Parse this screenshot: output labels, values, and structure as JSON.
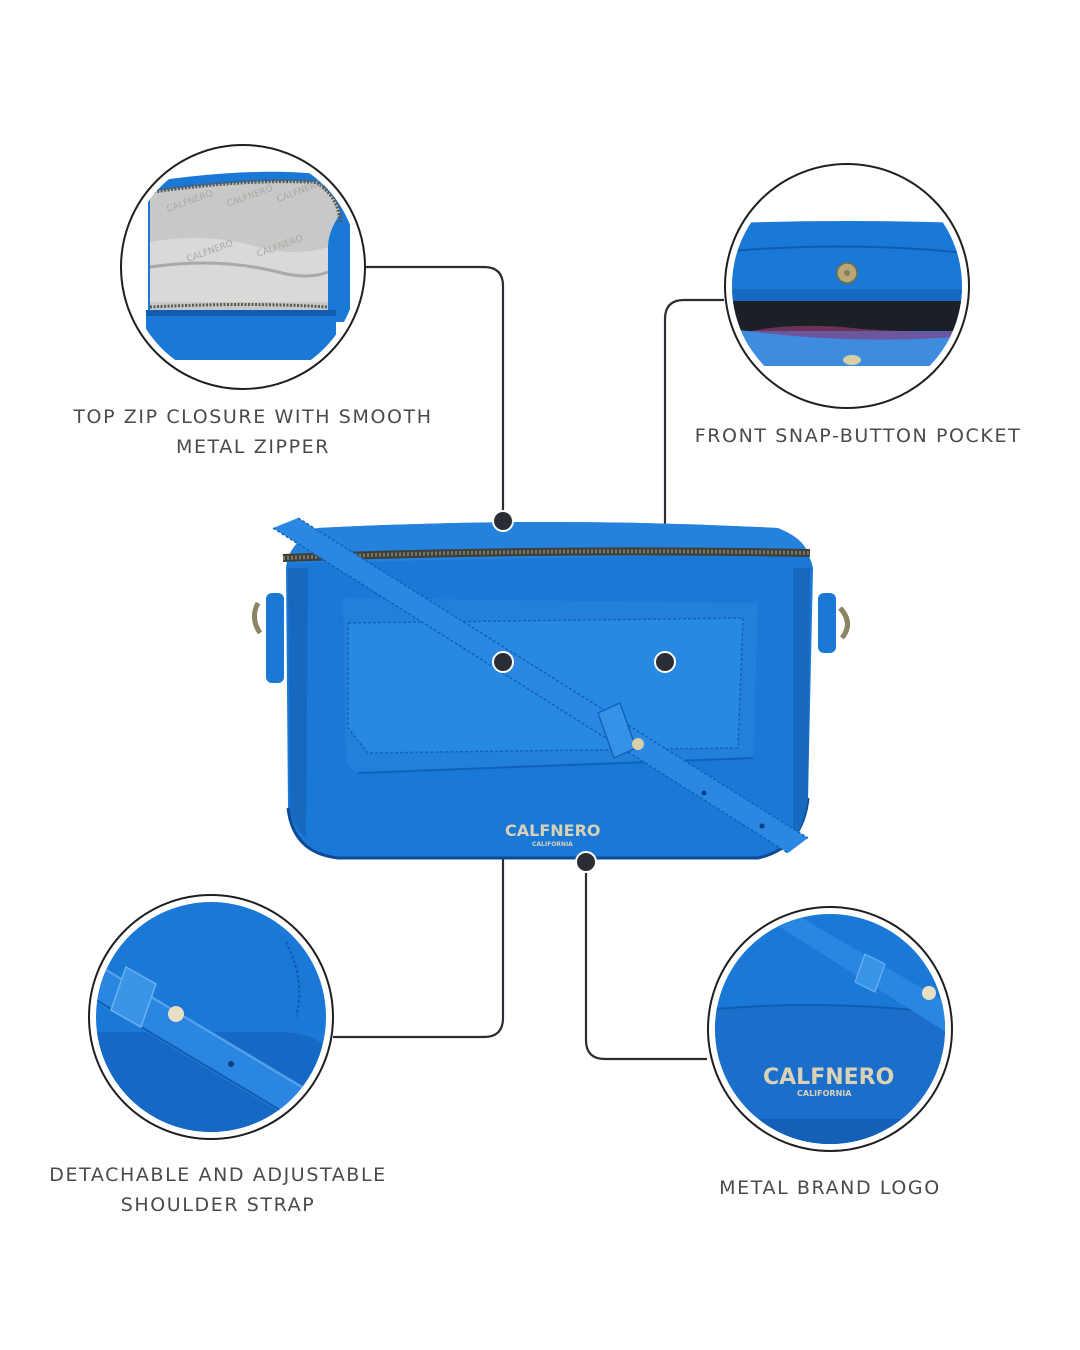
{
  "product": {
    "brand": "CALFNERO",
    "brand_sub": "CALIFORNIA",
    "color": "#1a78d6"
  },
  "features": [
    {
      "id": "top-zip",
      "caption_line1": "TOP ZIP CLOSURE WITH SMOOTH",
      "caption_line2": "METAL ZIPPER",
      "detail_icon": "zipper-interior-icon"
    },
    {
      "id": "front-pocket",
      "caption_line1": "FRONT SNAP-BUTTON POCKET",
      "caption_line2": "",
      "detail_icon": "snap-button-pocket-icon"
    },
    {
      "id": "shoulder-strap",
      "caption_line1": "DETACHABLE AND ADJUSTABLE",
      "caption_line2": "SHOULDER STRAP",
      "detail_icon": "strap-buckle-icon"
    },
    {
      "id": "brand-logo",
      "caption_line1": "METAL BRAND LOGO",
      "caption_line2": "",
      "detail_icon": "metal-logo-icon"
    }
  ],
  "colors": {
    "bag_blue": "#1a78d6",
    "bag_blue_dark": "#0f5cb0",
    "bag_blue_light": "#3d93e6",
    "lining_gray": "#c8c9c6",
    "hardware_gold": "#b9a978",
    "line_dark": "#2a2d33",
    "caption_gray": "#4a4a4a"
  }
}
